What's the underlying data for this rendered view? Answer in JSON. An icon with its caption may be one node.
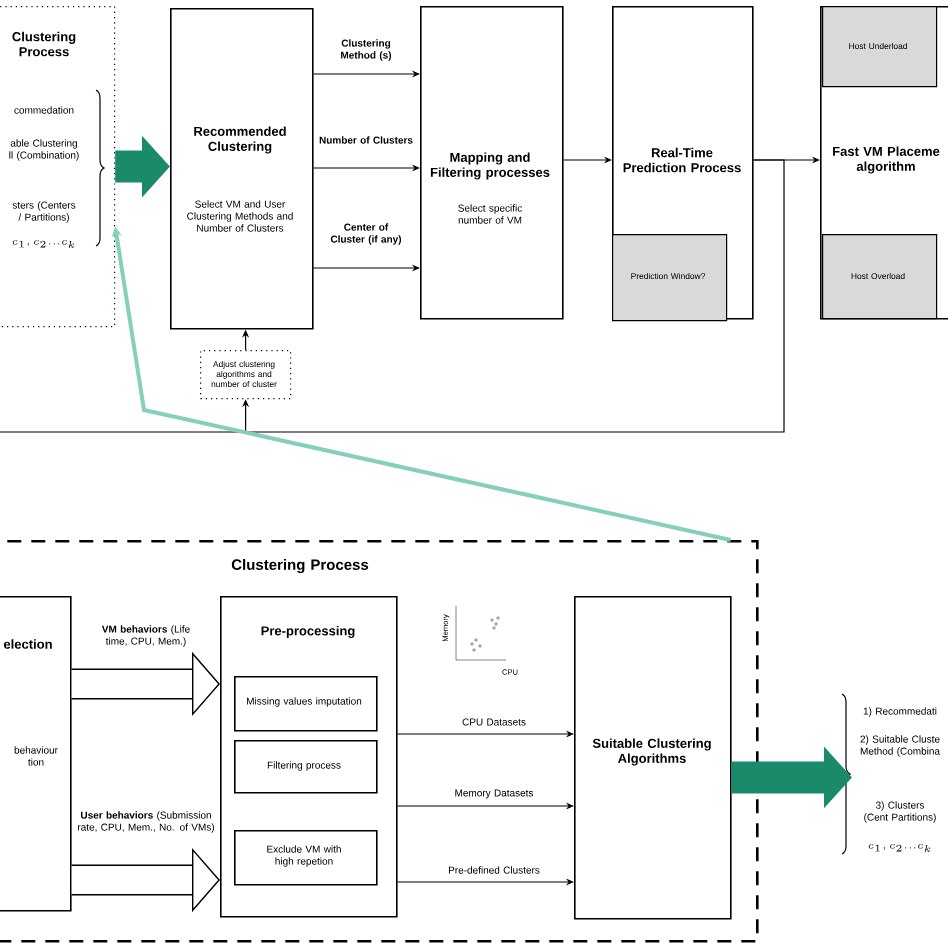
{
  "diagram": {
    "nodes": [
      {
        "text": [
          "Clustering Process",
          "commedation",
          "able Clustering ll (Combination)",
          "sters (Centers / Partitions)",
          "c_1, c_2 . . . c_k"
        ]
      },
      {
        "text": [
          "Recommended Clustering",
          "Select VM and User Clustering Methods and Number of Clusters"
        ]
      },
      {
        "text": [
          "Mapping and Filtering processes",
          "Select specific number of VM"
        ]
      },
      {
        "text": [
          "Real-Time Prediction Process"
        ]
      },
      {
        "text": [
          "Prediction Window?"
        ],
        "in": 3
      },
      {
        "text": [
          "Fast VM Placeme algorithm"
        ]
      },
      {
        "text": [
          "Host Underload"
        ],
        "in": 5
      },
      {
        "text": [
          "Host Overload"
        ],
        "in": 5
      },
      {
        "text": [
          "Adjust clustering algorithms and number of cluster"
        ]
      },
      {
        "text": [
          "Clustering Process"
        ]
      },
      {
        "text": [
          "election",
          "behaviour tion"
        ],
        "in": 9
      },
      {
        "text": [
          "Pre-processing"
        ],
        "in": 9
      },
      {
        "text": [
          "Missing values imputation"
        ],
        "in": 11
      },
      {
        "text": [
          "Filtering process"
        ],
        "in": 11
      },
      {
        "text": [
          "Exclude VM with high repetion"
        ],
        "in": 11
      },
      {
        "text": [
          "Suitable Clustering Algorithms"
        ],
        "in": 9
      },
      {
        "text": [
          "1) Recommedati",
          "2) Suitable Cluste Method (Combina",
          "3) Clusters (Cent Partitions)",
          "c_1, c_2 . . . c_k"
        ]
      }
    ],
    "edges": [
      {
        "from": 0,
        "to": 1,
        "arrow": "to",
        "style": "thick",
        "color": "#1b8a6b"
      },
      {
        "from": 1,
        "to": 2,
        "arrow": "to",
        "label": "Clustering Method (s)"
      },
      {
        "from": 1,
        "to": 2,
        "arrow": "to",
        "label": "Number of Clusters"
      },
      {
        "from": 1,
        "to": 2,
        "arrow": "to",
        "label": "Center of Cluster (if any)"
      },
      {
        "from": 2,
        "to": 3,
        "arrow": "to"
      },
      {
        "from": 3,
        "to": 5,
        "arrow": "to"
      },
      {
        "from": 3,
        "to": 8,
        "arrow": "to"
      },
      {
        "from": 8,
        "to": 1,
        "arrow": "to"
      },
      {
        "from": 9,
        "to": 0,
        "arrow": "to",
        "color": "#84d0bc"
      },
      {
        "from": 10,
        "to": 11,
        "arrow": "to",
        "style": "thick",
        "label": "**VM behaviors** (Life time, CPU, Mem.)"
      },
      {
        "from": 10,
        "to": 11,
        "arrow": "to",
        "style": "thick",
        "label": "**User behaviors** (Submission rate, CPU, Mem., No. of VMs)"
      },
      {
        "from": 11,
        "to": 15,
        "arrow": "to",
        "label": "CPU Datasets"
      },
      {
        "from": 11,
        "to": 15,
        "arrow": "to",
        "label": "Memory Datasets"
      },
      {
        "from": 11,
        "to": 15,
        "arrow": "to",
        "label": "Pre-defined Clusters"
      },
      {
        "from": 15,
        "to": 16,
        "arrow": "to",
        "style": "thick",
        "color": "#1b8a6b"
      }
    ],
    "labels": [
      "Memory",
      "CPU"
    ]
  }
}
